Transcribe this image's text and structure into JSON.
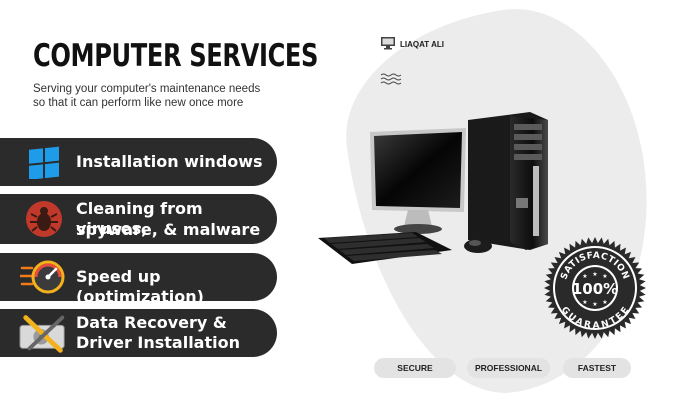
{
  "header": {
    "title": "COMPUTER SERVICES",
    "subtitle": "Serving your computer's maintenance needs so that it can perform like new once more"
  },
  "services": [
    {
      "label": "Installation windows",
      "icon": "windows-logo-icon"
    },
    {
      "label_line1": "Cleaning from viruses,",
      "label_line2": "spyware, & malware",
      "icon": "bug-icon"
    },
    {
      "label": "Speed up (optimization)",
      "icon": "speedometer-icon"
    },
    {
      "label_line1": "Data Recovery &",
      "label_line2": "Driver Installation",
      "icon": "hard-drive-tools-icon"
    }
  ],
  "brand": {
    "name": "LIAQAT ALI",
    "icon": "monitor-icon"
  },
  "seal": {
    "top": "SATISFACTION",
    "center": "100%",
    "bottom": "GUARANTEE"
  },
  "tags": [
    "SECURE",
    "PROFESSIONAL",
    "FASTEST"
  ],
  "colors": {
    "pill": "#2b2b2b",
    "windows": "#1e9be9",
    "bug_bg": "#c0392b",
    "tag_bg": "#e3e3e3"
  }
}
